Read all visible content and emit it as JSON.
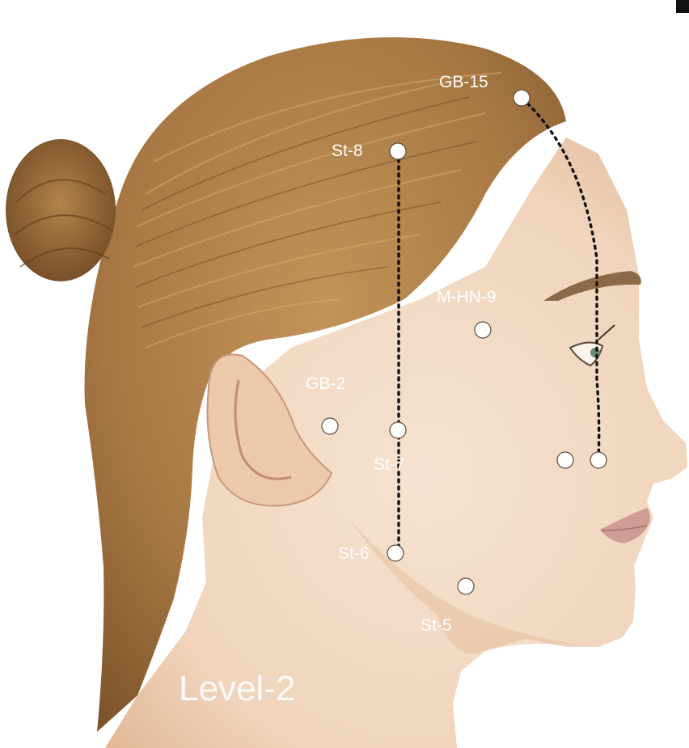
{
  "figure": {
    "level_label": "Level-2",
    "colors": {
      "skin": "#f3dcc6",
      "skin_shade": "#e7c3a5",
      "hair": "#a87a44",
      "hair_dark": "#7a522a",
      "hair_light": "#c79a5e",
      "point_fill": "#ffffff",
      "meridian_line": "#111111",
      "lips": "#cf9c93",
      "eyebrow": "#8d6a47"
    }
  },
  "points": [
    {
      "id": "gb15",
      "label": "GB-15"
    },
    {
      "id": "st8",
      "label": "St-8"
    },
    {
      "id": "mhn9",
      "label": "M-HN-9"
    },
    {
      "id": "gb2",
      "label": "GB-2"
    },
    {
      "id": "st7",
      "label": "St-7"
    },
    {
      "id": "st6",
      "label": "St-6"
    },
    {
      "id": "st5",
      "label": "St-5"
    },
    {
      "id": "face-a",
      "label": ""
    },
    {
      "id": "face-b",
      "label": ""
    }
  ]
}
